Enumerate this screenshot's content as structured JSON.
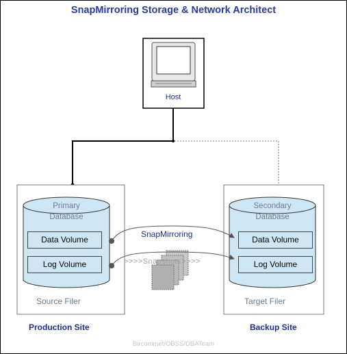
{
  "title": "SnapMirroring Storage & Network Architect",
  "host": {
    "label": "Host"
  },
  "source": {
    "db_line1": "Primary",
    "db_line2": "Database",
    "data_volume": "Data Volume",
    "log_volume": "Log Volume",
    "filer_label": "Source Filer",
    "site_label": "Production Site"
  },
  "target": {
    "db_line1": "Secondary",
    "db_line2": "Database",
    "data_volume": "Data Volume",
    "log_volume": "Log Volume",
    "filer_label": "Target Filer",
    "site_label": "Backup Site"
  },
  "links": {
    "mirroring_label": "SnapMirroring",
    "snapshots_label": ">>>>Snapshots>>>>"
  },
  "footer": "Bircommet/OBSS/DBATeam",
  "colors": {
    "title": "#2a3a9a",
    "label_blue": "#1e2d8a",
    "cylinder": "#cfe6f5",
    "muted_gray": "#6b7a86"
  }
}
